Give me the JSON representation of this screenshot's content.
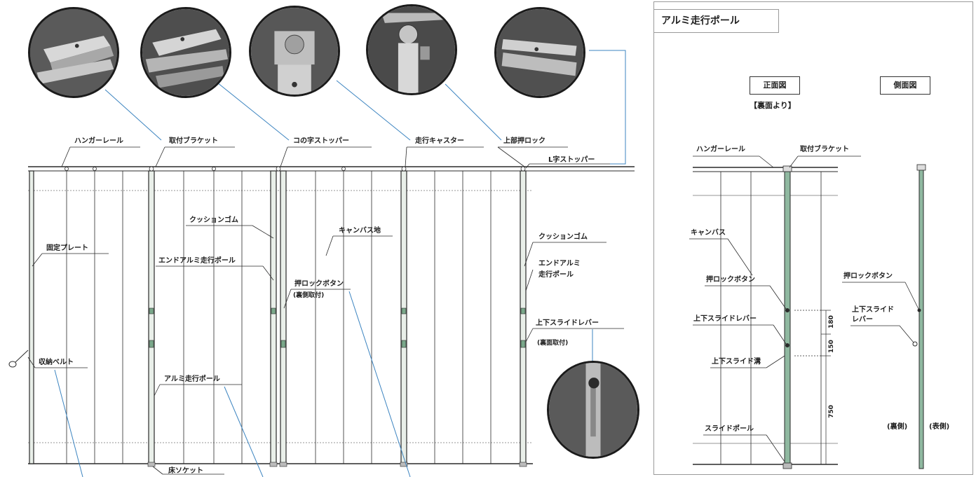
{
  "main_labels": {
    "hanger_rail": "ハンガーレール",
    "mount_bracket": "取付ブラケット",
    "c_stopper": "コの字ストッパー",
    "caster": "走行キャスター",
    "top_lock": "上部押ロック",
    "l_stopper": "L字ストッパー",
    "cushion_rubber_1": "クッションゴム",
    "cushion_rubber_2": "クッションゴム",
    "fixed_plate": "固定プレート",
    "end_pole_1": "エンドアルミ走行ポール",
    "canvas": "キャンバス地",
    "end_pole_2a": "エンドアルミ",
    "end_pole_2b": "走行ポール",
    "lock_button": "押ロックボタン",
    "lock_button_note": "(裏側取付)",
    "slide_lever": "上下スライドレバー",
    "slide_lever_note": "(裏面取付)",
    "storage_belt": "収納ベルト",
    "alu_pole": "アルミ走行ポール",
    "floor_socket": "床ソケット"
  },
  "side_panel": {
    "title": "アルミ走行ポール",
    "front_view": "正面図",
    "front_view_note": "【裏面より】",
    "side_view": "側面図",
    "hanger_rail": "ハンガーレール",
    "mount_bracket": "取付ブラケット",
    "canvas": "キャンバス",
    "lock_button": "押ロックボタン",
    "slide_lever": "上下スライドレバー",
    "slide_groove": "上下スライド溝",
    "slide_pole": "スライドポール",
    "side_lock_button": "押ロックボタン",
    "side_slide_lever_a": "上下スライド",
    "side_slide_lever_b": "レバー",
    "back_label": "(裏側)",
    "front_label": "(表側)",
    "dim_180": "180",
    "dim_150": "150",
    "dim_750": "750"
  },
  "colors": {
    "leader_blue": "#3c84c0",
    "line_dark": "#2a2a2a",
    "pole_green": "#8fb8a0"
  }
}
